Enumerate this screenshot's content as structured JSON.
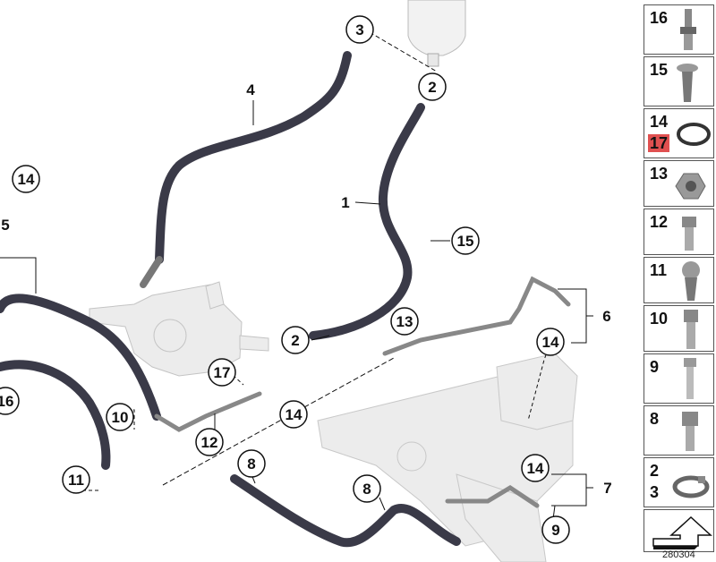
{
  "diagram": {
    "callouts": [
      "3",
      "2",
      "4",
      "1",
      "14",
      "15",
      "5",
      "2",
      "13",
      "6",
      "17",
      "14",
      "16",
      "10",
      "14",
      "12",
      "11",
      "8",
      "8",
      "14",
      "7",
      "9"
    ]
  },
  "legend": {
    "cells": [
      {
        "labels": [
          "16"
        ],
        "icon": "stud-bolt-icon"
      },
      {
        "labels": [
          "15"
        ],
        "icon": "expanding-rivet-icon"
      },
      {
        "labels": [
          "14",
          "17"
        ],
        "icon": "o-ring-icon",
        "highlight_index": 1
      },
      {
        "labels": [
          "13"
        ],
        "icon": "hex-nut-icon"
      },
      {
        "labels": [
          "12"
        ],
        "icon": "hex-bolt-icon"
      },
      {
        "labels": [
          "11"
        ],
        "icon": "torx-screw-icon"
      },
      {
        "labels": [
          "10"
        ],
        "icon": "socket-head-screw-icon"
      },
      {
        "labels": [
          "9"
        ],
        "icon": "bolt-icon"
      },
      {
        "labels": [
          "8"
        ],
        "icon": "socket-head-screw-icon"
      },
      {
        "labels": [
          "2",
          "3"
        ],
        "icon": "hose-clamp-icon"
      },
      {
        "labels": [],
        "icon": "arrow-symbol-icon"
      }
    ],
    "highlight_color": "#e05050"
  },
  "doc_number": "280304"
}
